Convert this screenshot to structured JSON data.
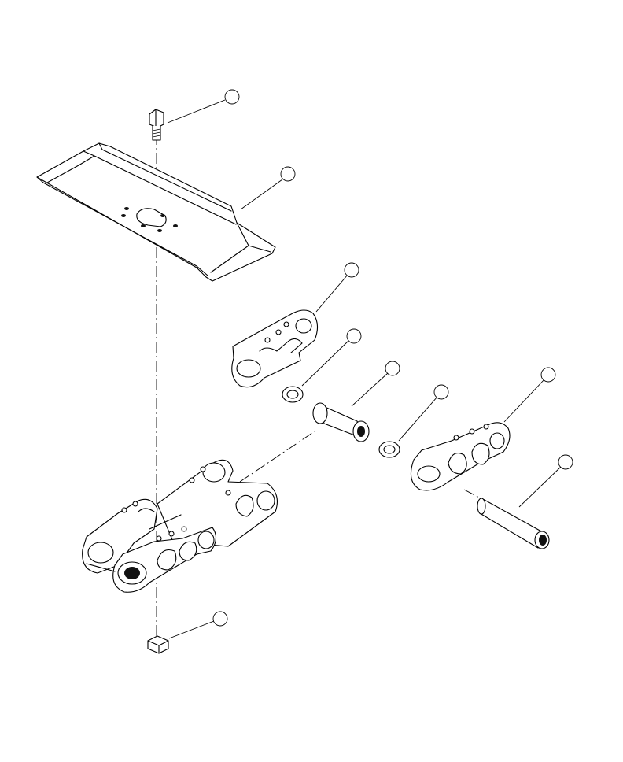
{
  "diagram": {
    "callouts": [
      {
        "id": "bolt",
        "label": ""
      },
      {
        "id": "track-shoe",
        "label": ""
      },
      {
        "id": "link-left",
        "label": ""
      },
      {
        "id": "seal-left",
        "label": ""
      },
      {
        "id": "bushing",
        "label": ""
      },
      {
        "id": "seal-right",
        "label": ""
      },
      {
        "id": "link-right",
        "label": ""
      },
      {
        "id": "track-pin",
        "label": ""
      },
      {
        "id": "nut",
        "label": ""
      }
    ]
  }
}
